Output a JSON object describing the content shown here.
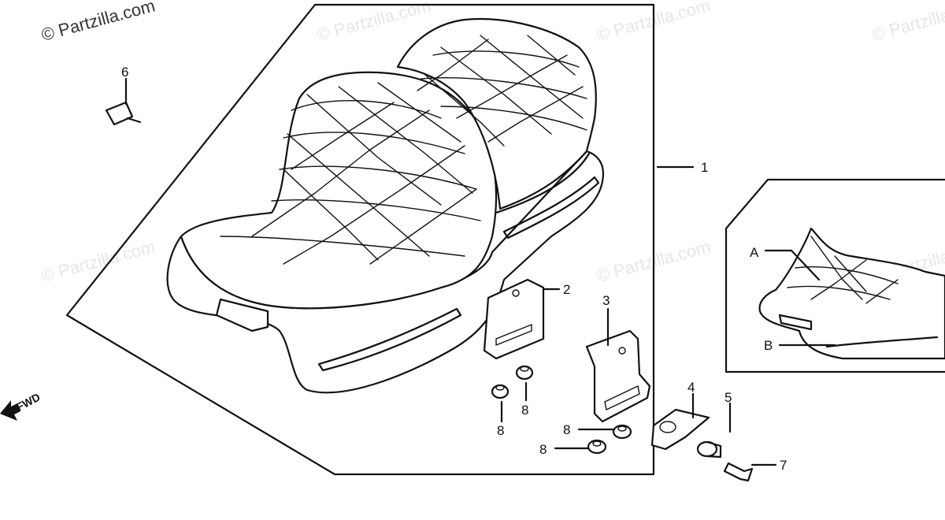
{
  "watermark": {
    "primary": "© Partzilla.com",
    "repeated": "© Partzilla.com"
  },
  "direction_marker": "FWD",
  "callouts": [
    "1",
    "2",
    "3",
    "4",
    "5",
    "6",
    "7",
    "8",
    "8",
    "8",
    "8"
  ],
  "inset_labels": [
    "A",
    "B"
  ]
}
